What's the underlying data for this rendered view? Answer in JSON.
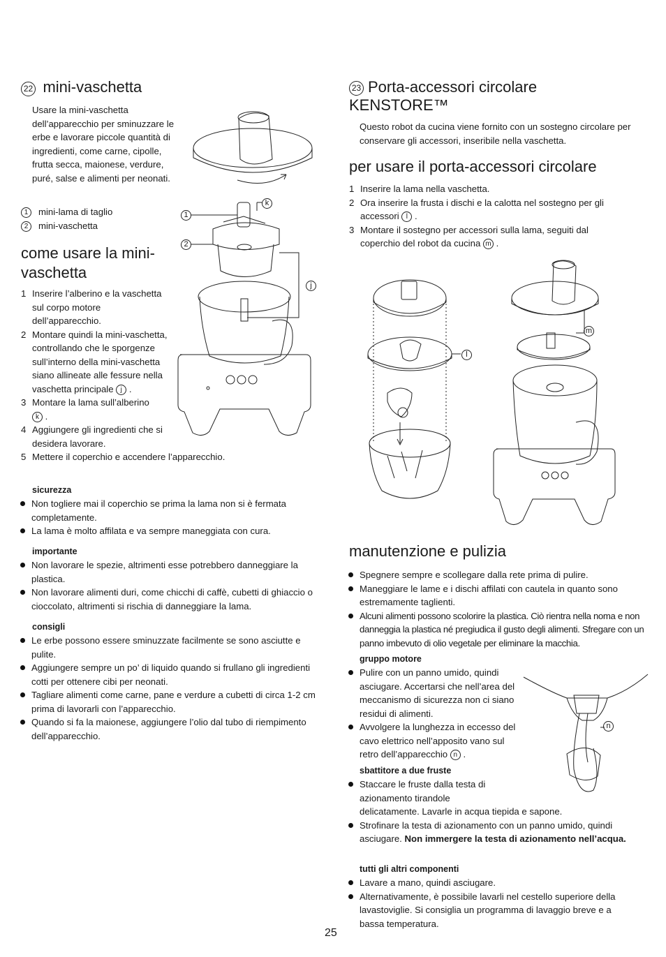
{
  "left": {
    "section22": {
      "num": "22",
      "title": "mini-vaschetta",
      "intro": "Usare la mini-vaschetta dell’apparecchio per sminuzzare le erbe e lavorare piccole quantità di ingredienti, come carne, cipolle, frutta secca, maionese, verdure, puré, salse e alimenti per neonati.",
      "parts": [
        {
          "num": "1",
          "label": "mini-lama di taglio"
        },
        {
          "num": "2",
          "label": "mini-vaschetta"
        }
      ]
    },
    "howto": {
      "title_line1": "come usare la mini-",
      "title_line2": "vaschetta",
      "steps": [
        {
          "n": "1",
          "text": "Inserire l’alberino e la vaschetta sul corpo motore dell’apparecchio."
        },
        {
          "n": "2",
          "text": "Montare quindi la mini-vaschetta, controllando che le sporgenze sull’interno della mini-vaschetta siano allineate alle fessure nella vaschetta principale",
          "ref": "j",
          "end": "."
        },
        {
          "n": "3",
          "text": "Montare la lama sull’alberino",
          "ref": "k",
          "end": "."
        },
        {
          "n": "4",
          "text": "Aggiungere gli ingredienti che si desidera lavorare."
        },
        {
          "n": "5",
          "text": "Mettere il coperchio e accendere l’apparecchio."
        }
      ]
    },
    "safety": {
      "title": "sicurezza",
      "items": [
        "Non togliere mai il coperchio se prima la lama non si è fermata completamente.",
        "La lama è molto affilata e va sempre maneggiata con cura."
      ]
    },
    "important": {
      "title": "importante",
      "items": [
        "Non lavorare le spezie, altrimenti esse potrebbero danneggiare la plastica.",
        "Non lavorare alimenti duri, come chicchi di caffè, cubetti di ghiaccio o cioccolato, altrimenti si rischia di danneggiare la lama."
      ]
    },
    "tips": {
      "title": "consigli",
      "items": [
        "Le erbe possono essere sminuzzate facilmente se sono asciutte e pulite.",
        "Aggiungere sempre un po’ di liquido quando si frullano gli ingredienti cotti per ottenere cibi per neonati.",
        "Tagliare alimenti come carne, pane e verdure a cubetti di circa 1-2 cm prima di lavorarli con l’apparecchio.",
        "Quando si fa la maionese, aggiungere l’olio dal tubo di riempimento dell’apparecchio."
      ]
    },
    "diagram_labels": {
      "one": "1",
      "two": "2",
      "j": "j",
      "k": "k"
    }
  },
  "right": {
    "section23": {
      "num": "23",
      "title_line1": "Porta-accessori circolare",
      "title_line2": "KENSTORE™",
      "intro": "Questo robot da cucina viene fornito con un sostegno circolare per conservare gli accessori, inseribile nella vaschetta."
    },
    "use": {
      "title": "per usare il porta-accessori circolare",
      "steps": [
        {
          "n": "1",
          "text": "Inserire la lama nella vaschetta."
        },
        {
          "n": "2",
          "text": "Ora inserire la frusta i dischi e la calotta nel sostegno per gli accessori",
          "ref": "l",
          "end": "."
        },
        {
          "n": "3",
          "text": "Montare il sostegno per accessori sulla lama, seguiti dal coperchio del robot da cucina",
          "ref": "m",
          "end": "."
        }
      ]
    },
    "diagram_labels": {
      "l": "l",
      "m": "m",
      "n": "n"
    },
    "maintenance": {
      "title": "manutenzione e pulizia",
      "items": [
        "Spegnere sempre e scollegare dalla rete prima di pulire.",
        "Maneggiare le lame e i dischi affilati con cautela in quanto sono estremamente taglienti.",
        "Alcuni alimenti possono scolorire la plastica. Ciò rientra nella noma e non danneggia la plastica né pregiudica il gusto degli alimenti. Sfregare con un panno imbevuto di olio vegetale per eliminare la macchia."
      ]
    },
    "motor": {
      "title": "gruppo motore",
      "items": [
        "Pulire con un panno umido, quindi asciugare. Accertarsi che nell’area del meccanismo di sicurezza non ci siano residui di alimenti.",
        "Avvolgere la lunghezza in eccesso del cavo elettrico nell’apposito vano sul retro dell’apparecchio"
      ],
      "ref": "n",
      "end": "."
    },
    "whisk": {
      "title": "sbattitore a due fruste",
      "item1_line1": "Staccare le fruste dalla testa di",
      "item1_line2": "azionamento tirandole",
      "item1_line3": "delicatamente. Lavarle in acqua tiepida e sapone.",
      "item2": "Strofinare la testa di azionamento con un panno umido, quindi asciugare.",
      "item2_bold": "Non immergere la testa di azionamento nell’acqua."
    },
    "others": {
      "title": "tutti gli altri componenti",
      "items": [
        "Lavare a mano, quindi asciugare.",
        "Alternativamente, è possibile lavarli nel cestello superiore della lavastoviglie. Si consiglia un programma di lavaggio breve e a bassa temperatura."
      ]
    }
  },
  "page_number": "25"
}
